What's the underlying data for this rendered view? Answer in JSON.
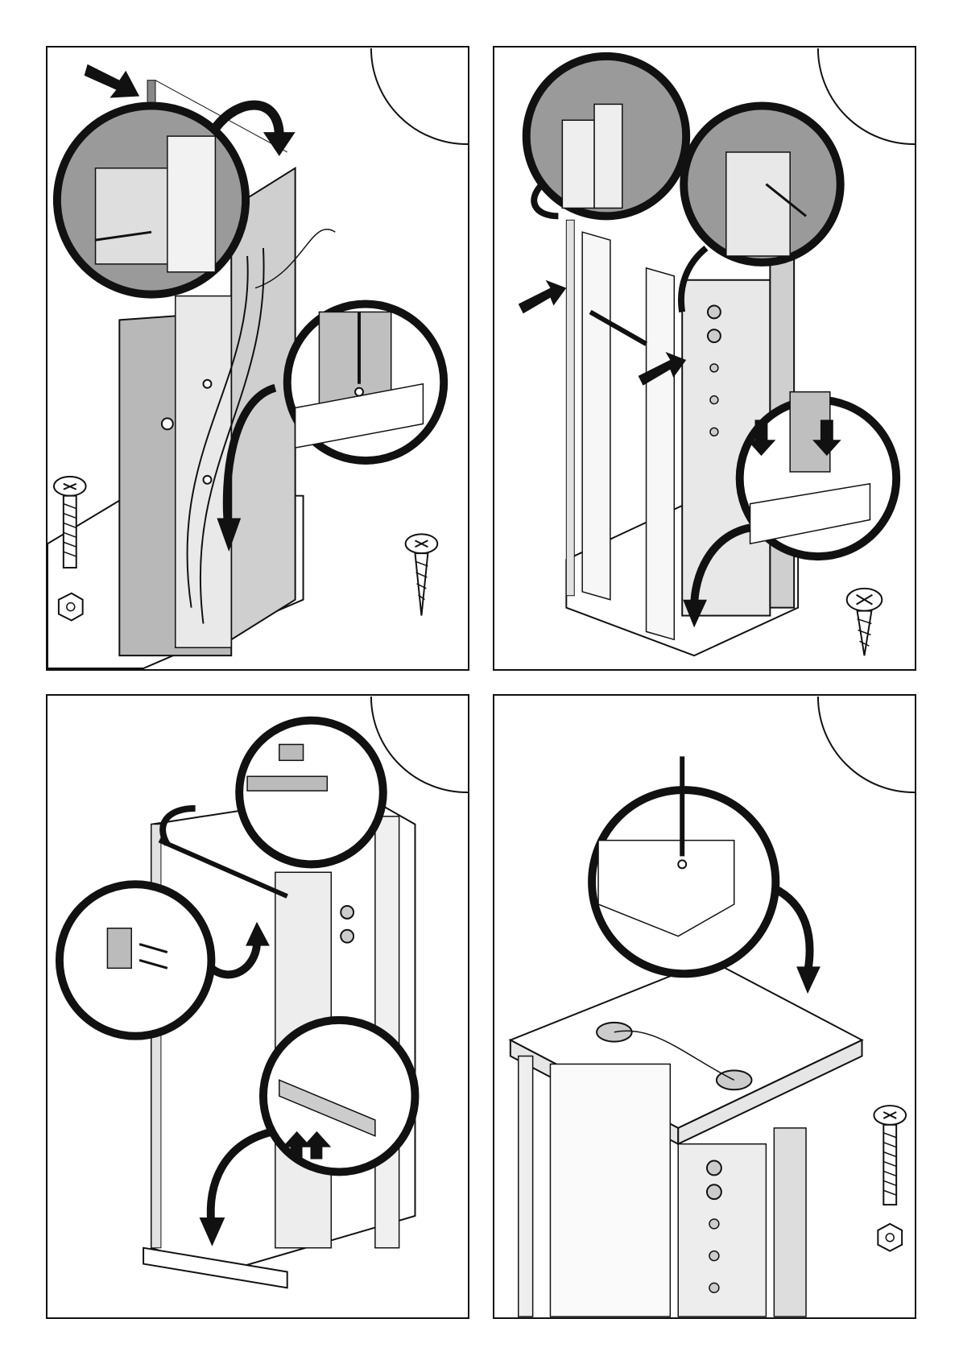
{
  "document": {
    "type": "assembly-instructions",
    "panels": [
      {
        "id": "step-1",
        "label": "",
        "hardware": [
          "bolt-icon",
          "screw-icon",
          "nut-icon"
        ]
      },
      {
        "id": "step-2",
        "label": "",
        "hardware": [
          "screw-icon"
        ]
      },
      {
        "id": "step-3",
        "label": "",
        "hardware": []
      },
      {
        "id": "step-4",
        "label": "",
        "hardware": [
          "bolt-icon",
          "nut-icon"
        ]
      }
    ]
  },
  "colors": {
    "line": "#111111",
    "panel_fill": "#d9d9d9",
    "zoom_bg": "#9a9a9a",
    "glass": "#f2f2f2"
  }
}
